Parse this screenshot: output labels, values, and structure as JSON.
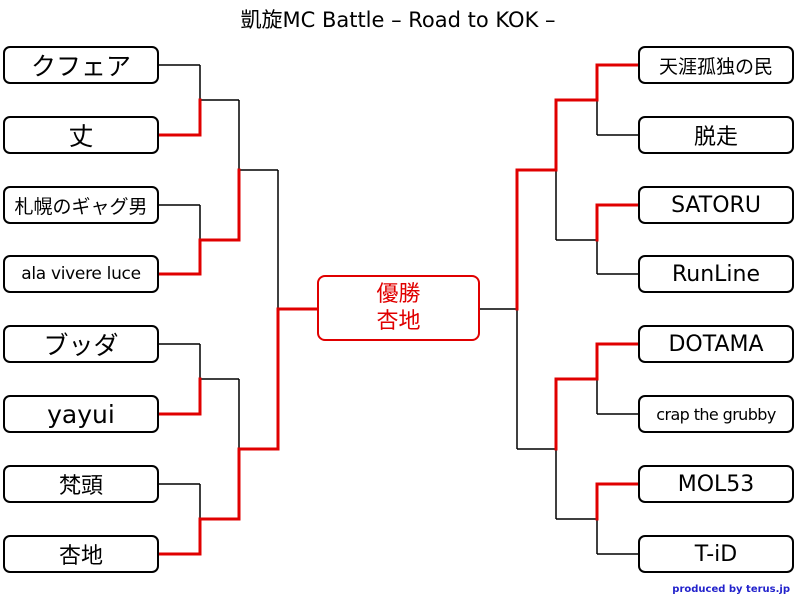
{
  "title": "凱旋MC Battle – Road to KOK –",
  "left_entrants": [
    {
      "name": "クフェア"
    },
    {
      "name": "丈"
    },
    {
      "name": "札幌のギャグ男"
    },
    {
      "name": "ala vivere luce"
    },
    {
      "name": "ブッダ"
    },
    {
      "name": "yayui"
    },
    {
      "name": "梵頭"
    },
    {
      "name": "杏地"
    }
  ],
  "right_entrants": [
    {
      "name": "天涯孤独の民"
    },
    {
      "name": "脱走"
    },
    {
      "name": "SATORU"
    },
    {
      "name": "RunLine"
    },
    {
      "name": "DOTAMA"
    },
    {
      "name": "crap the grubby"
    },
    {
      "name": "MOL53"
    },
    {
      "name": "T-iD"
    }
  ],
  "winner": {
    "label": "優勝",
    "name": "杏地"
  },
  "footer": "produced by terus.jp",
  "colors": {
    "advance": "#e00000",
    "line": "#000000",
    "footer": "#2222cc"
  }
}
